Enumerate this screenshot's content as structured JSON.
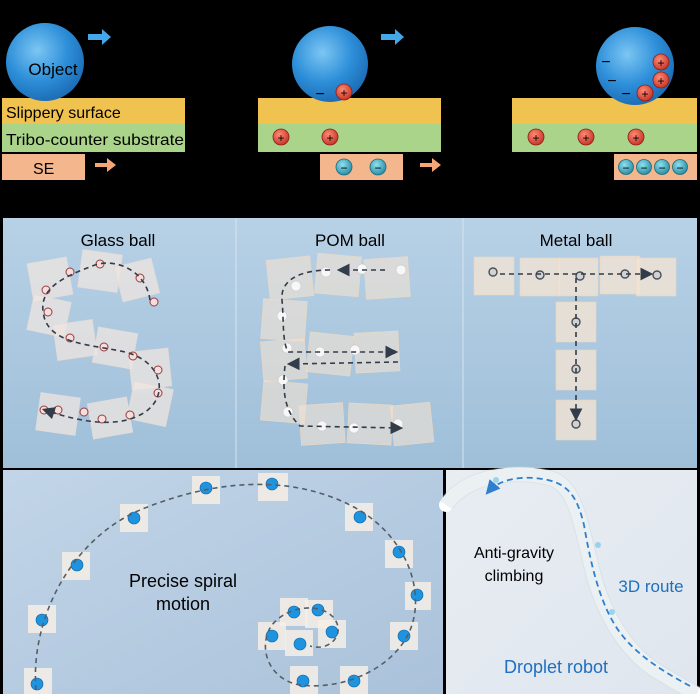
{
  "top": {
    "object_label": "Object",
    "slippery_label": "Slippery surface",
    "tribo_label": "Tribo-counter substrate",
    "se_label": "SE",
    "plus": "+",
    "minus": "−",
    "colors": {
      "ball": "#2e8fd9",
      "slippery": "#f0c24f",
      "substrate": "#a9d48a",
      "se": "#f4b68d",
      "arrow_blue": "#43a7e8",
      "arrow_orange": "#f4a676",
      "positive": "#e8533f",
      "negative": "#36a3b8"
    }
  },
  "middle": {
    "panels": [
      {
        "title": "Glass ball"
      },
      {
        "title": "POM ball"
      },
      {
        "title": "Metal ball"
      }
    ]
  },
  "bottom": {
    "spiral_label_line1": "Precise spiral",
    "spiral_label_line2": "motion",
    "climb_label_line1": "Anti-gravity",
    "climb_label_line2": "climbing",
    "route_label": "3D route",
    "robot_label": "Droplet robot",
    "colors": {
      "route_text": "#1f6fc0"
    }
  }
}
